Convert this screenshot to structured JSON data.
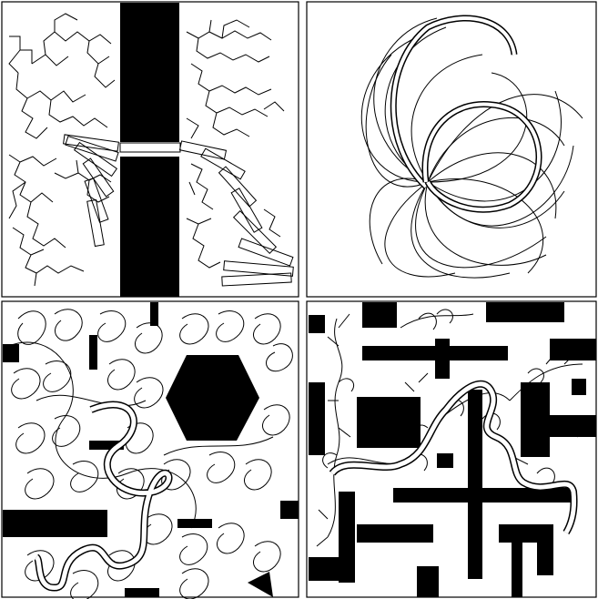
{
  "figure": {
    "panels": [
      {
        "id": "top-left",
        "description_visible_text": ""
      },
      {
        "id": "top-right",
        "description_visible_text": ""
      },
      {
        "id": "bottom-left",
        "description_visible_text": ""
      },
      {
        "id": "bottom-right",
        "description_visible_text": ""
      }
    ]
  },
  "colors": {
    "background": "#ffffff",
    "ink": "#000000"
  }
}
